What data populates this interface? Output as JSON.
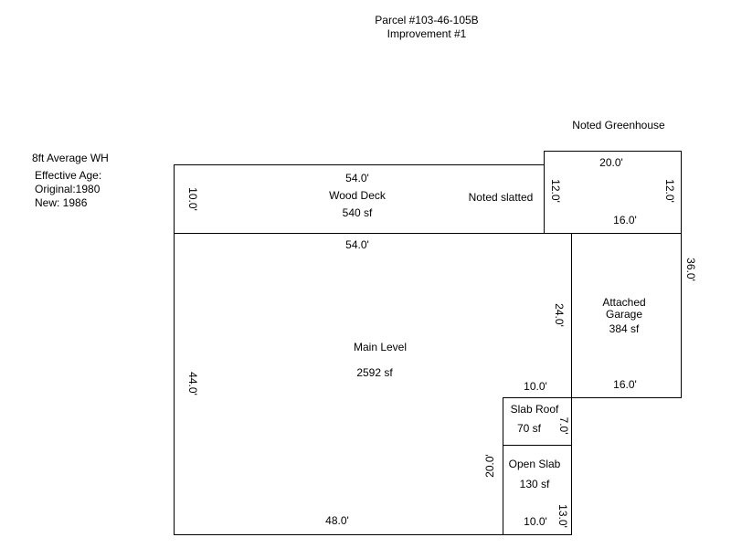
{
  "header": {
    "parcel": "Parcel #103-46-105B",
    "improvement": "Improvement #1"
  },
  "notes": {
    "wall_height": "8ft Average WH",
    "effective_age_label": "Effective Age:",
    "original": "Original:1980",
    "new": "New: 1986"
  },
  "areas": {
    "wood_deck": {
      "name": "Wood Deck",
      "area": "540 sf",
      "note": "Noted slatted"
    },
    "main_level": {
      "name": "Main Level",
      "area": "2592 sf"
    },
    "greenhouse": {
      "name": "Noted Greenhouse"
    },
    "garage": {
      "name_line1": "Attached",
      "name_line2": "Garage",
      "area": "384 sf"
    },
    "slab_roof": {
      "name": "Slab Roof",
      "area": "70 sf"
    },
    "open_slab": {
      "name": "Open Slab",
      "area": "130 sf"
    }
  },
  "dimensions": {
    "deck_top": "54.0'",
    "deck_left": "10.0'",
    "main_top": "54.0'",
    "main_left": "44.0'",
    "main_bottom": "48.0'",
    "greenhouse_top": "20.0'",
    "greenhouse_left": "12.0'",
    "greenhouse_right": "12.0'",
    "greenhouse_bottom": "16.0'",
    "garage_right": "36.0'",
    "garage_left": "24.0'",
    "garage_bottom": "16.0'",
    "slab_top": "10.0'",
    "slab_roof_right": "7.0'",
    "slab_left": "20.0'",
    "open_slab_right": "13.0'",
    "open_slab_bottom": "10.0'"
  },
  "colors": {
    "line": "#000000",
    "text": "#000000",
    "background": "#ffffff"
  }
}
